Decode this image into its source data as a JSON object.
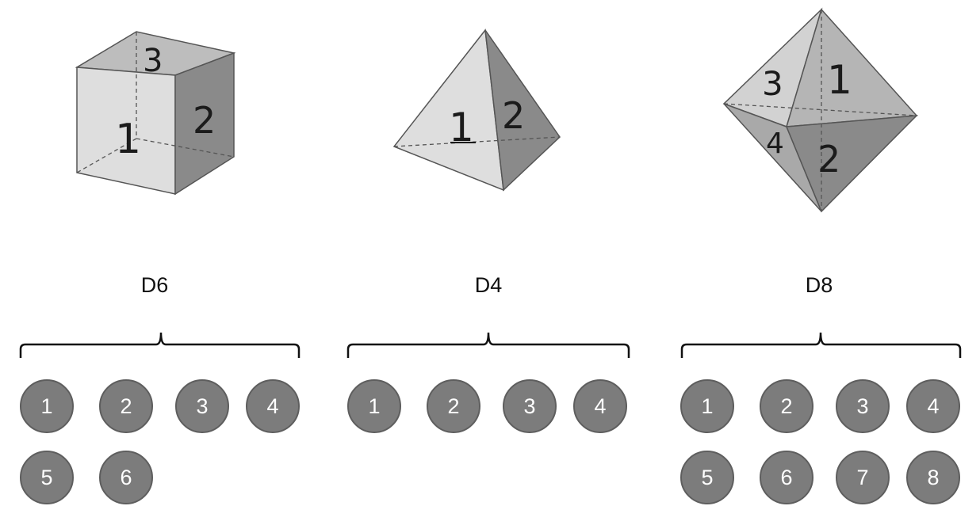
{
  "dice": [
    {
      "label": "D6",
      "faces": [
        "1",
        "2",
        "3"
      ],
      "outcomes": [
        "1",
        "2",
        "3",
        "4",
        "5",
        "6"
      ]
    },
    {
      "label": "D4",
      "faces": [
        "1",
        "2"
      ],
      "outcomes": [
        "1",
        "2",
        "3",
        "4"
      ]
    },
    {
      "label": "D8",
      "faces": [
        "1",
        "2",
        "3",
        "4"
      ],
      "outcomes": [
        "1",
        "2",
        "3",
        "4",
        "5",
        "6",
        "7",
        "8"
      ]
    }
  ],
  "colors": {
    "ball_fill": "#7c7c7c",
    "ball_text": "#ffffff",
    "face_light": "#dedede",
    "face_mid": "#bdbdbd",
    "face_dark": "#8a8a8a"
  }
}
